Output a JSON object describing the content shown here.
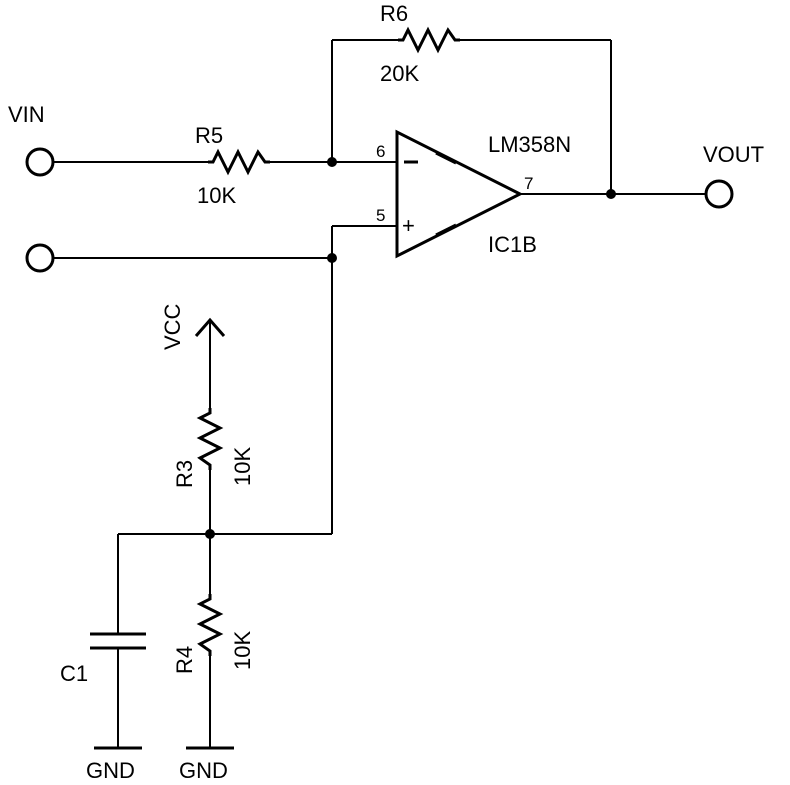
{
  "labels": {
    "vin": "VIN",
    "vout": "VOUT",
    "vcc": "VCC",
    "r5_name": "R5",
    "r5_value": "10K",
    "r6_name": "R6",
    "r6_value": "20K",
    "r3_name": "R3",
    "r3_value": "10K",
    "r4_name": "R4",
    "r4_value": "10K",
    "c1_name": "C1",
    "ic_part": "LM358N",
    "ic_ref": "IC1B",
    "pin_inv": "6",
    "pin_noninv": "5",
    "pin_out": "7",
    "gnd1": "GND",
    "gnd2": "GND",
    "minus_sign": "−",
    "plus_sign": "+"
  }
}
